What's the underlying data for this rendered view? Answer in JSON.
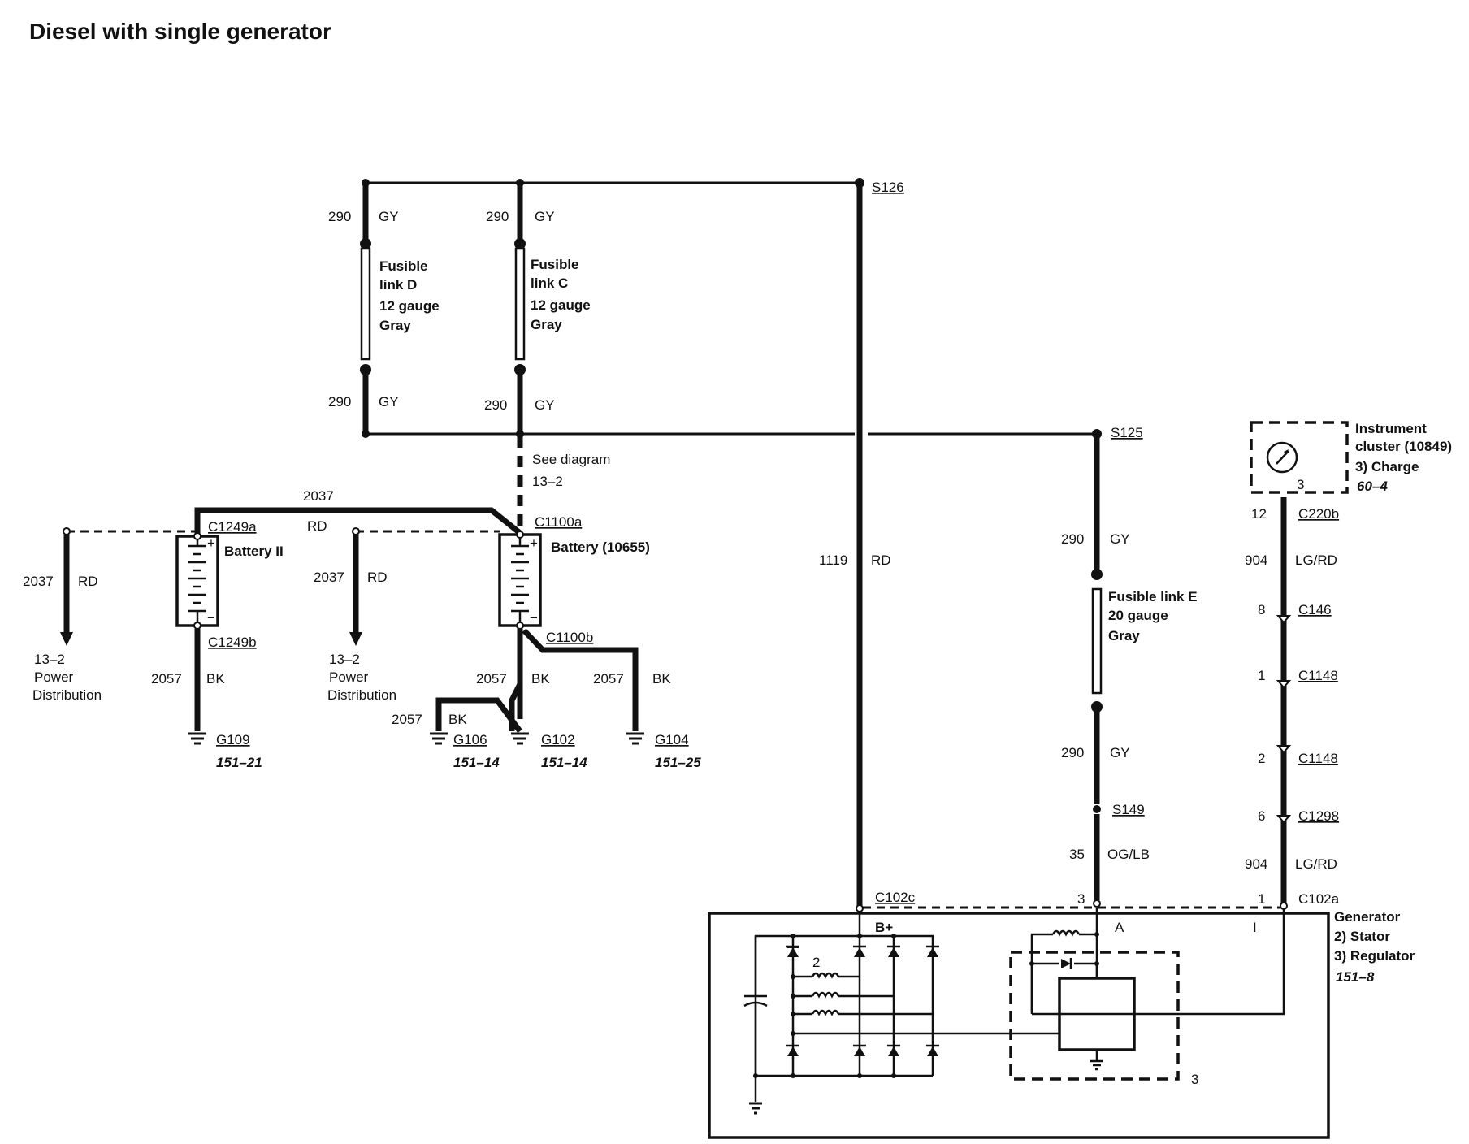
{
  "title": "Diesel with single generator",
  "splices": {
    "s126": "S126",
    "s125": "S125",
    "s149": "S149"
  },
  "wires": {
    "w290": "290",
    "gy": "GY",
    "w2037": "2037",
    "rd": "RD",
    "w2057": "2057",
    "bk": "BK",
    "w1119": "1119",
    "w35": "35",
    "oglb": "OG/LB",
    "w904": "904",
    "lgrd": "LG/RD"
  },
  "fusible_links": {
    "d": {
      "line1": "Fusible",
      "line2": "link D",
      "gauge": "12 gauge",
      "color": "Gray"
    },
    "c": {
      "line1": "Fusible",
      "line2": "link C",
      "gauge": "12 gauge",
      "color": "Gray"
    },
    "e": {
      "line1": "Fusible link E",
      "gauge": "20 gauge",
      "color": "Gray"
    }
  },
  "see_diagram": {
    "line1": "See diagram",
    "line2": "13–2"
  },
  "batteries": {
    "battery2": "Battery II",
    "battery_main": "Battery (10655)"
  },
  "connectors": {
    "c1249a": "C1249a",
    "c1249b": "C1249b",
    "c1100a": "C1100a",
    "c1100b": "C1100b",
    "c102c": "C102c",
    "c102a": "C102a",
    "c220b": "C220b",
    "c146": "C146",
    "c1148": "C1148",
    "c1298": "C1298"
  },
  "pins": {
    "p12": "12",
    "p8": "8",
    "p1": "1",
    "p2": "2",
    "p6": "6",
    "p3": "3",
    "bplus": "B+",
    "a": "A",
    "i": "I"
  },
  "power_dist": {
    "ref": "13–2",
    "line1": "Power",
    "line2": "Distribution"
  },
  "grounds": {
    "g109": {
      "id": "G109",
      "ref": "151–21"
    },
    "g106": {
      "id": "G106",
      "ref": "151–14"
    },
    "g102": {
      "id": "G102",
      "ref": "151–14"
    },
    "g104": {
      "id": "G104",
      "ref": "151–25"
    }
  },
  "instrument_cluster": {
    "line1": "Instrument",
    "line2": "cluster (10849)",
    "line3": "3) Charge",
    "ref": "60–4"
  },
  "generator": {
    "line1": "Generator",
    "line2": "2) Stator",
    "line3": "3) Regulator",
    "ref": "151–8"
  }
}
